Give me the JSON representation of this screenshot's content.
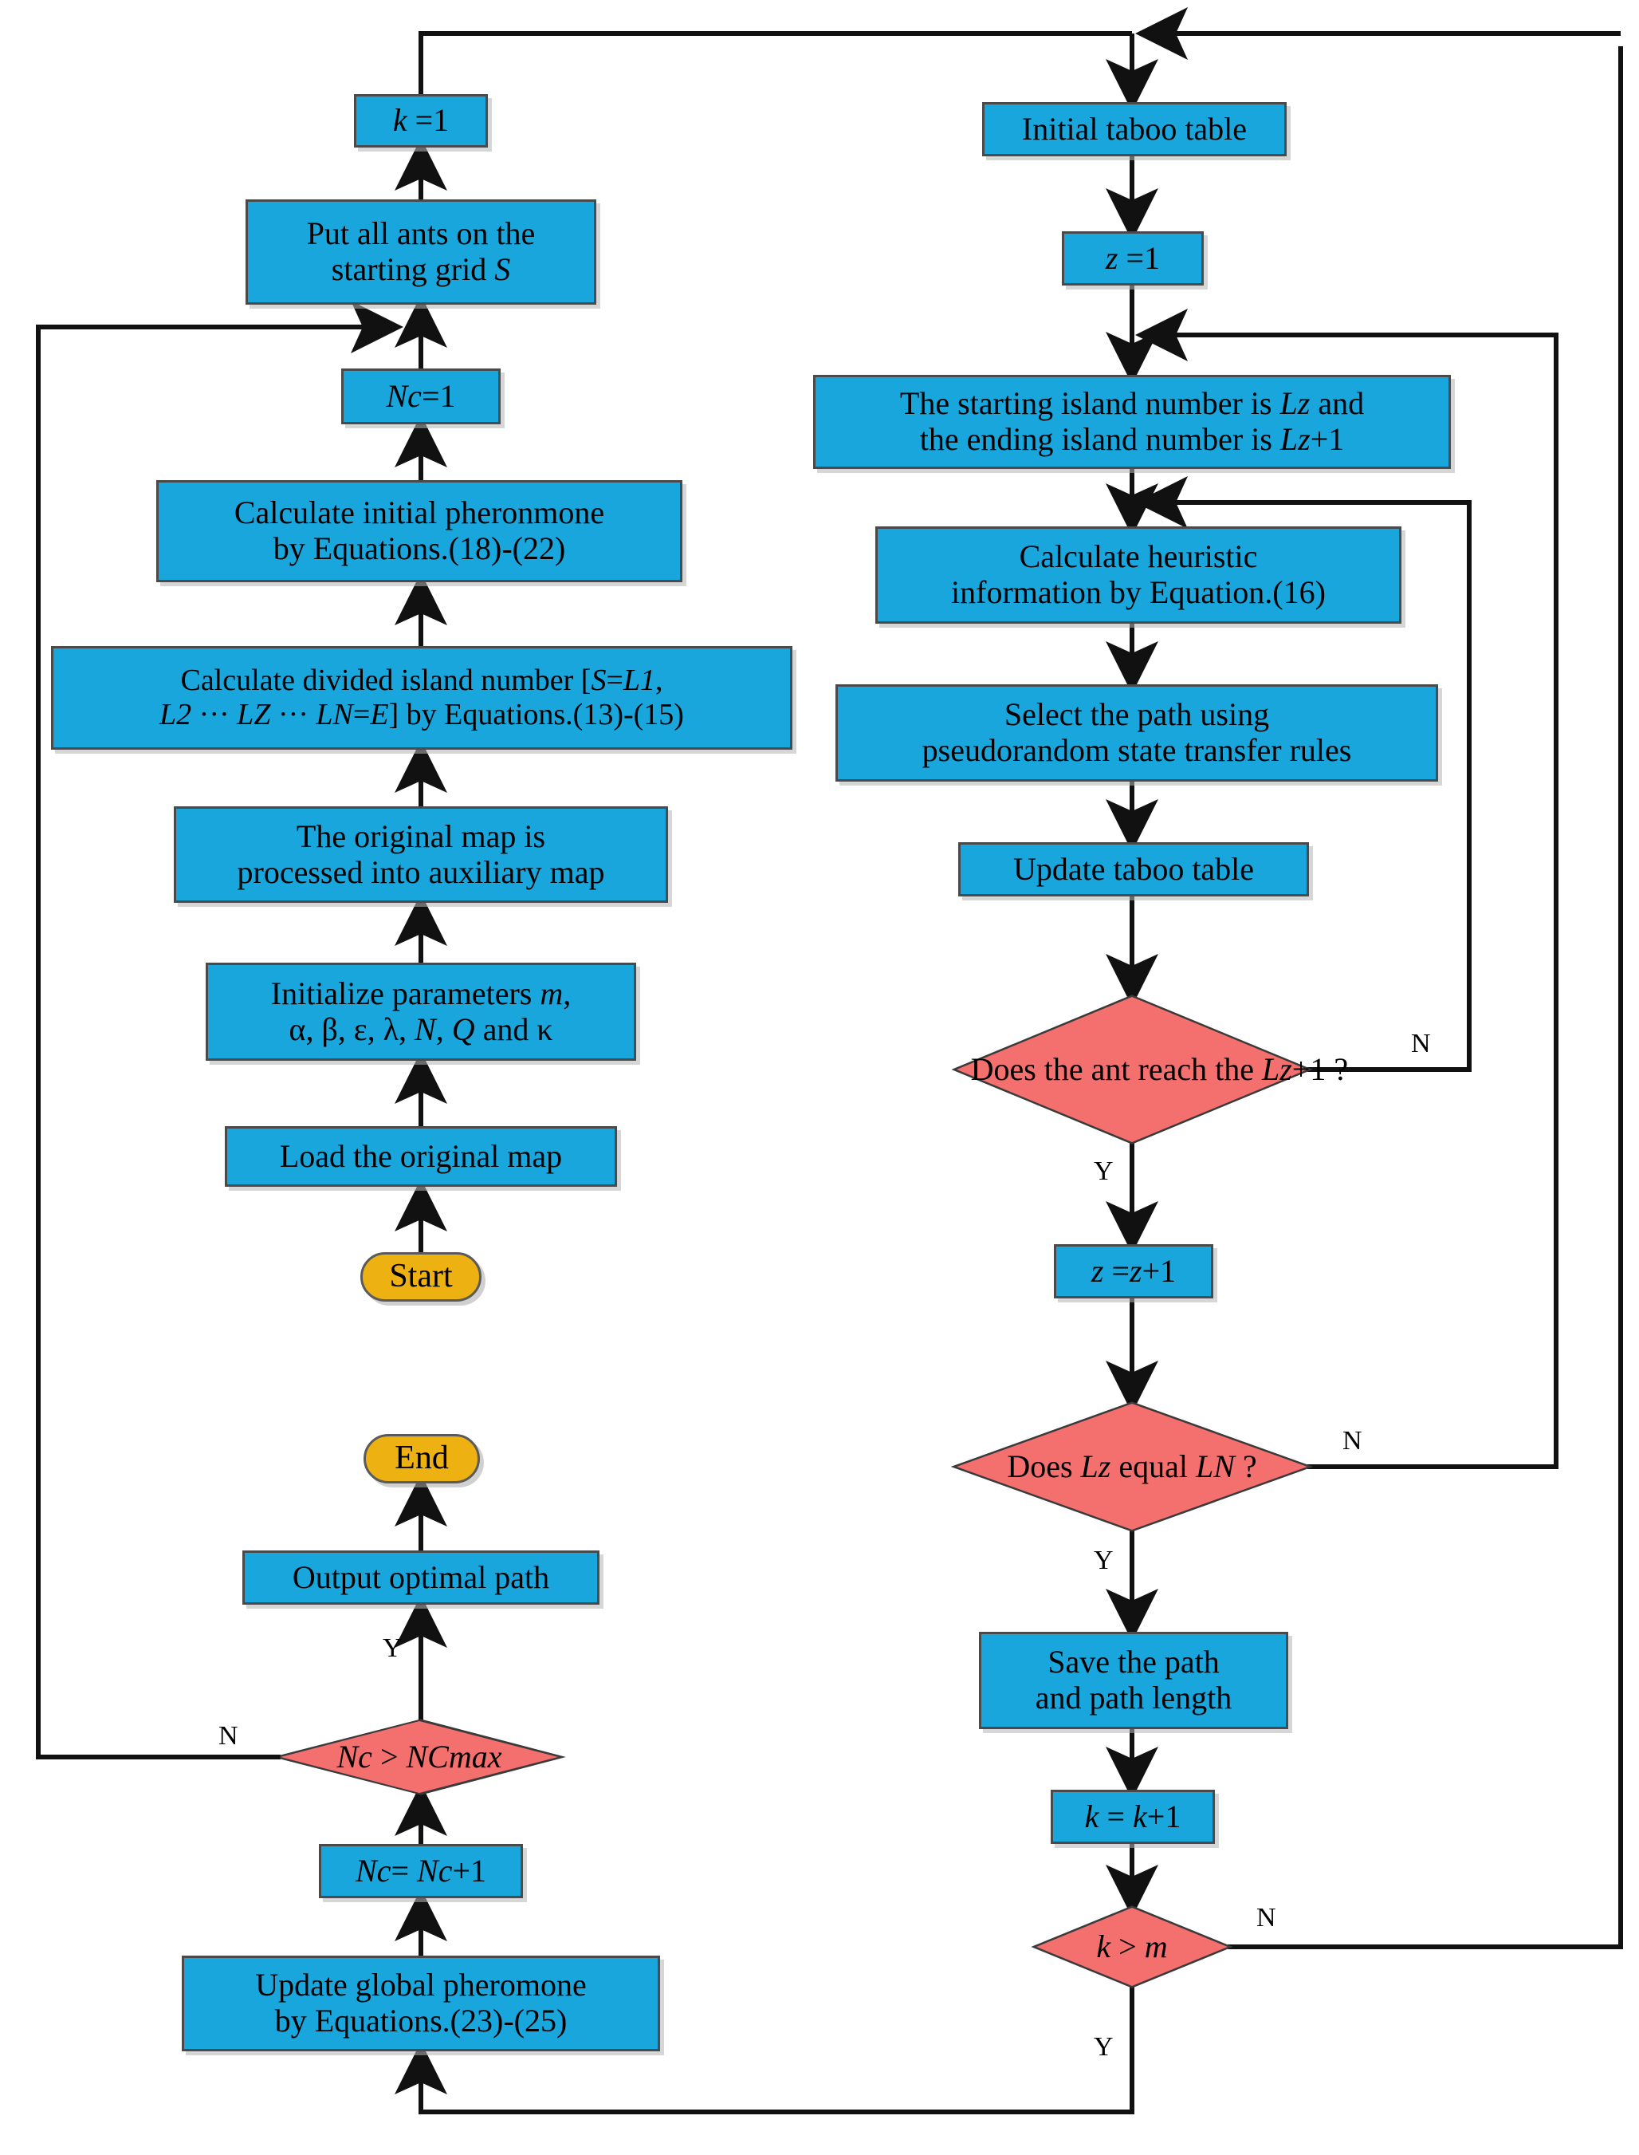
{
  "diagram": {
    "title": "Improved ant colony path planning algorithm flowchart",
    "type": "flowchart",
    "colors": {
      "process_fill": "#18A6DC",
      "decision_fill": "#F4706F",
      "terminal_fill": "#EDB111",
      "edge_stroke": "#000000",
      "node_border": "#4a4a4a",
      "background": "#ffffff"
    }
  },
  "nodes": {
    "start": "Start",
    "load_map": "Load the original map",
    "init_params_line1": "Initialize parameters m,",
    "init_params_line2": "α, β, ε, λ, N, Q and κ",
    "aux_map_line1": "The original map is",
    "aux_map_line2": "processed into auxiliary map",
    "divided_island_line1": "Calculate divided island number [S=L1,",
    "divided_island_line2": "L2 ··· LZ ··· LN=E] by Equations.(13)-(15)",
    "initial_pheromone_line1": "Calculate initial pheronmone",
    "initial_pheromone_line2": "by Equations.(18)-(22)",
    "nc_init": "Nc=1",
    "put_ants_line1": "Put all ants on the",
    "put_ants_line2": "starting grid S",
    "k_init": "k =1",
    "initial_taboo": "Initial taboo table",
    "z_init": "z =1",
    "island_numbers_line1": "The starting island number is Lz and",
    "island_numbers_line2": "the ending island number is Lz+1",
    "heuristic_line1": "Calculate heuristic",
    "heuristic_line2": "information by Equation.(16)",
    "select_path_line1": "Select the path using",
    "select_path_line2": "pseudorandom state transfer rules",
    "update_taboo": "Update taboo table",
    "decision_ant_reach": "Does the ant reach the Lz+1 ?",
    "z_increment": "z =z+1",
    "decision_lz_equal": "Does  Lz equal LN ?",
    "save_path_line1": "Save the path",
    "save_path_line2": "and path length",
    "k_increment": "k = k+1",
    "decision_k_gt_m": "k > m",
    "update_global_line1": "Update global pheromone",
    "update_global_line2": "by Equations.(23)-(25)",
    "nc_increment": "Nc= Nc+1",
    "decision_nc_gt_ncmax": "Nc > NCmax",
    "output_path": "Output optimal path",
    "end": "End"
  },
  "edge_labels": {
    "ant_reach_no": "N",
    "ant_reach_yes": "Y",
    "lz_equal_no": "N",
    "lz_equal_yes": "Y",
    "k_gt_m_no": "N",
    "k_gt_m_yes": "Y",
    "nc_gt_ncmax_no": "N",
    "nc_gt_ncmax_yes": "Y"
  }
}
